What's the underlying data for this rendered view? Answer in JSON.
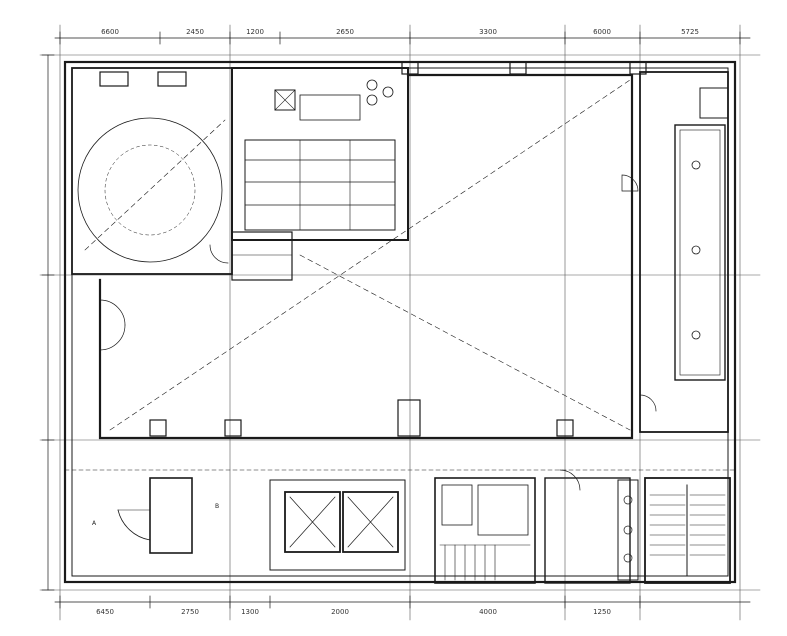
{
  "drawing": {
    "kind": "architectural floor plan",
    "ink": "#1a1a1a",
    "paper": "#ffffff"
  },
  "dimensions": {
    "top": [
      "6600",
      "2450",
      "1200",
      "2650",
      "3300",
      "6000",
      "5725"
    ],
    "bottom": [
      "6450",
      "2750",
      "1300",
      "2000",
      "4000",
      "1250"
    ]
  },
  "room_labels": [
    "A",
    "B"
  ],
  "elevators": [
    "elevator-1",
    "elevator-2"
  ]
}
